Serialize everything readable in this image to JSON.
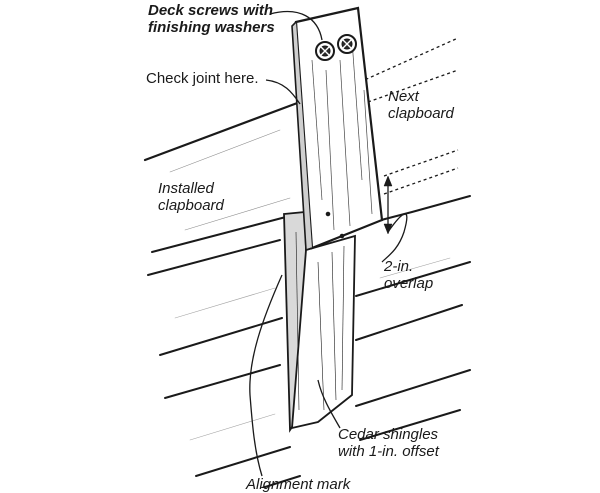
{
  "labels": {
    "deck_screws": "Deck screws with\nfinishing washers",
    "check_joint": "Check joint here.",
    "next_clapboard": "Next\nclapboard",
    "installed_clapboard": "Installed\nclapboard",
    "overlap": "2-in.\noverlap",
    "cedar_shingles": "Cedar shingles\nwith 1-in. offset",
    "alignment_mark": "Alignment mark"
  },
  "colors": {
    "ink": "#1a1a1a",
    "wood_shade": "#e9e9e9"
  }
}
